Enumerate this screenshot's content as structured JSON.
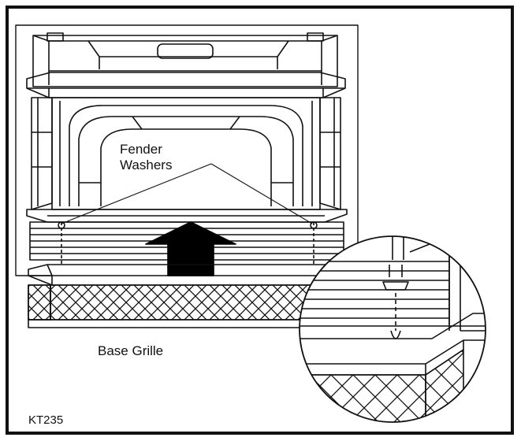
{
  "labels": {
    "fender": "Fender",
    "washers": "Washers",
    "base_grille": "Base Grille",
    "figure_code": "KT235"
  },
  "colors": {
    "ink": "#111111",
    "paper": "#ffffff",
    "arrow": "#000000"
  },
  "callout_arrow": {
    "icon": "up-arrow-icon",
    "direction": "up"
  },
  "detail_view": {
    "icon": "magnifier-circle"
  }
}
